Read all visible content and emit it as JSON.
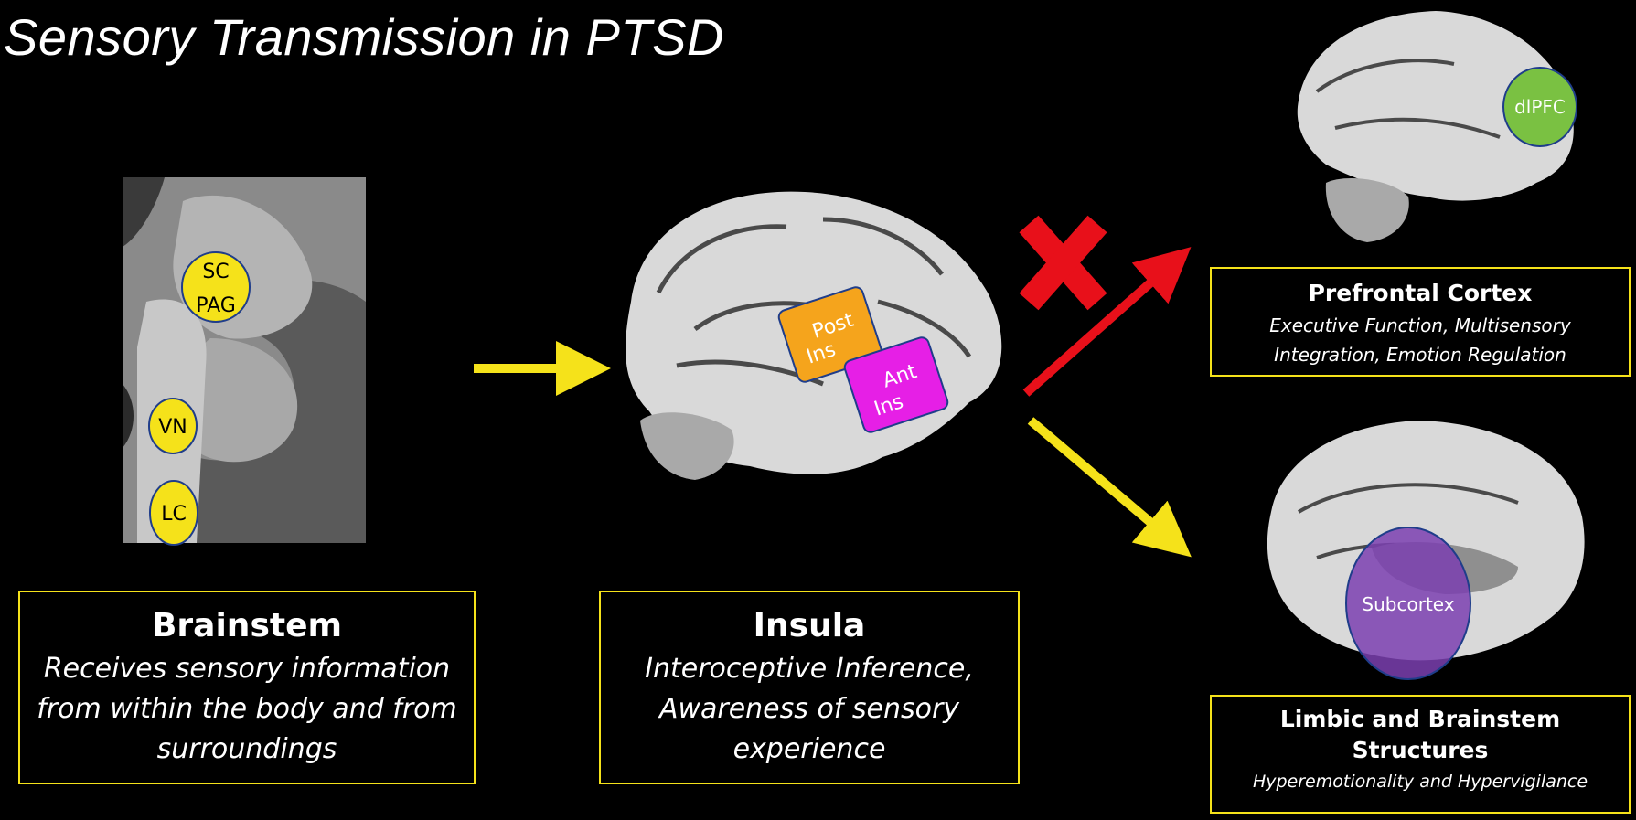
{
  "title": "Sensory Transmission in PTSD",
  "brainstem": {
    "heading": "Brainstem",
    "description": "Receives sensory information from within the body and from surroundings",
    "regions": {
      "sc": "SC",
      "pag": "PAG",
      "vn": "VN",
      "lc": "LC"
    }
  },
  "insula": {
    "heading": "Insula",
    "description": "Interoceptive Inference, Awareness of sensory experience",
    "regions": {
      "post": "Post",
      "post_ins": "Ins",
      "ant": "Ant",
      "ant_ins": "Ins"
    }
  },
  "prefrontal": {
    "heading": "Prefrontal Cortex",
    "description": "Executive Function, Multisensory Integration, Emotion Regulation",
    "region": "dlPFC"
  },
  "limbic": {
    "heading": "Limbic and Brainstem Structures",
    "description": "Hyperemotionality and Hypervigilance",
    "region": "Subcortex"
  },
  "colors": {
    "accent": "#f5e21a",
    "blocked": "#e8101a",
    "post_ins": "#f5a41c",
    "ant_ins": "#e61fe6",
    "dlpfc": "#7ac142",
    "subcortex": "#7b3fb0",
    "brain_tissue": "#d9d9d9"
  },
  "icons": [
    "arrow-right-icon",
    "arrow-up-right-icon",
    "arrow-down-right-icon",
    "blocked-x-icon"
  ]
}
